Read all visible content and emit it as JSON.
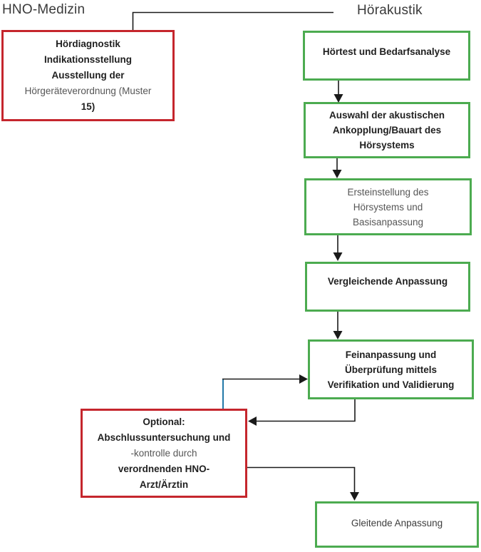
{
  "headers": {
    "left": "HNO-Medizin",
    "right": "Hörakustik"
  },
  "nodes": {
    "hno_verordnung": {
      "lines": [
        "Hördiagnostik",
        "Indikationsstellung",
        "Ausstellung der",
        "Hörgeräteverordnung (Muster",
        "15)"
      ]
    },
    "hoertest": {
      "lines": [
        "Hörtest und Bedarfsanalyse"
      ]
    },
    "auswahl": {
      "lines": [
        "Auswahl der akustischen",
        "Ankopplung/Bauart des",
        "Hörsystems"
      ]
    },
    "ersteinstellung": {
      "lines": [
        "Ersteinstellung des",
        "Hörsystems und",
        "Basisanpassung"
      ]
    },
    "vergleichende": {
      "lines": [
        "Vergleichende Anpassung"
      ]
    },
    "feinanpassung": {
      "lines": [
        "Feinanpassung und",
        "Überprüfung mittels",
        "Verifikation und Validierung"
      ]
    },
    "abschluss": {
      "lines": [
        "Optional:",
        "Abschlussuntersuchung und",
        "-kontrolle durch",
        "verordnenden HNO-",
        "Arzt/Ärztin"
      ]
    },
    "gleitende": {
      "lines": [
        "Gleitende Anpassung"
      ]
    }
  },
  "edges": [
    {
      "from": "hno_verordnung",
      "to": "hoerakustik_header",
      "arrow": false
    },
    {
      "from": "hoertest",
      "to": "auswahl",
      "arrow": true
    },
    {
      "from": "auswahl",
      "to": "ersteinstellung",
      "arrow": true
    },
    {
      "from": "ersteinstellung",
      "to": "vergleichende",
      "arrow": true
    },
    {
      "from": "vergleichende",
      "to": "feinanpassung",
      "arrow": true
    },
    {
      "from": "abschluss",
      "to": "feinanpassung",
      "arrow": true
    },
    {
      "from": "feinanpassung",
      "to": "abschluss",
      "arrow": true
    },
    {
      "from": "abschluss",
      "to": "gleitende",
      "arrow": true
    }
  ],
  "colors": {
    "red_border": "#c5262d",
    "green_border": "#4cab50",
    "blue_connector": "#2279a8",
    "line": "#1a1a1a"
  }
}
